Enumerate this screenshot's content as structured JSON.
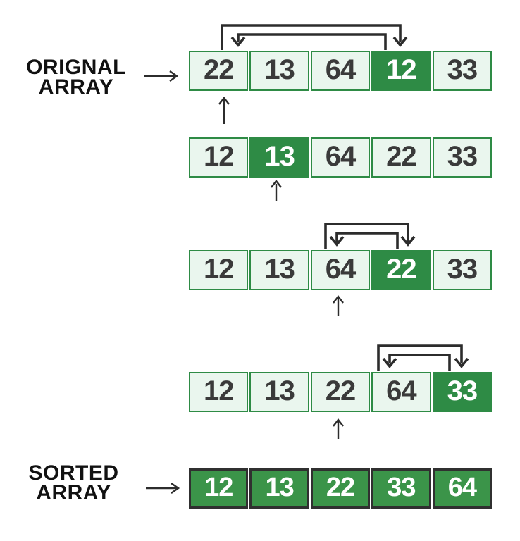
{
  "labels": {
    "original": {
      "line1": "ORIGNAL",
      "line2": "ARRAY"
    },
    "sorted": {
      "line1": "SORTED",
      "line2": "ARRAY"
    }
  },
  "colors": {
    "green_border": "#2e8b45",
    "green_light_fill": "#eaf6ee",
    "green_highlight_fill": "#2e8b45",
    "sorted_cell_fill": "#3b9449",
    "sorted_cell_border": "#303030",
    "arrow": "#2c2c2c",
    "number_dark": "#3a3a3a",
    "number_light": "#ffffff",
    "label_text": "#111111"
  },
  "steps": [
    {
      "cells": [
        "22",
        "13",
        "64",
        "12",
        "33"
      ],
      "highlight_index": 3,
      "pointer_index": 0,
      "swap_between": [
        0,
        3
      ]
    },
    {
      "cells": [
        "12",
        "13",
        "64",
        "22",
        "33"
      ],
      "highlight_index": 1,
      "pointer_index": 1,
      "swap_between": null
    },
    {
      "cells": [
        "12",
        "13",
        "64",
        "22",
        "33"
      ],
      "highlight_index": 3,
      "pointer_index": 2,
      "swap_between": [
        2,
        3
      ]
    },
    {
      "cells": [
        "12",
        "13",
        "22",
        "64",
        "33"
      ],
      "highlight_index": 4,
      "pointer_index": 2,
      "swap_between": [
        3,
        4
      ]
    }
  ],
  "sorted_row": {
    "cells": [
      "12",
      "13",
      "22",
      "33",
      "64"
    ]
  }
}
